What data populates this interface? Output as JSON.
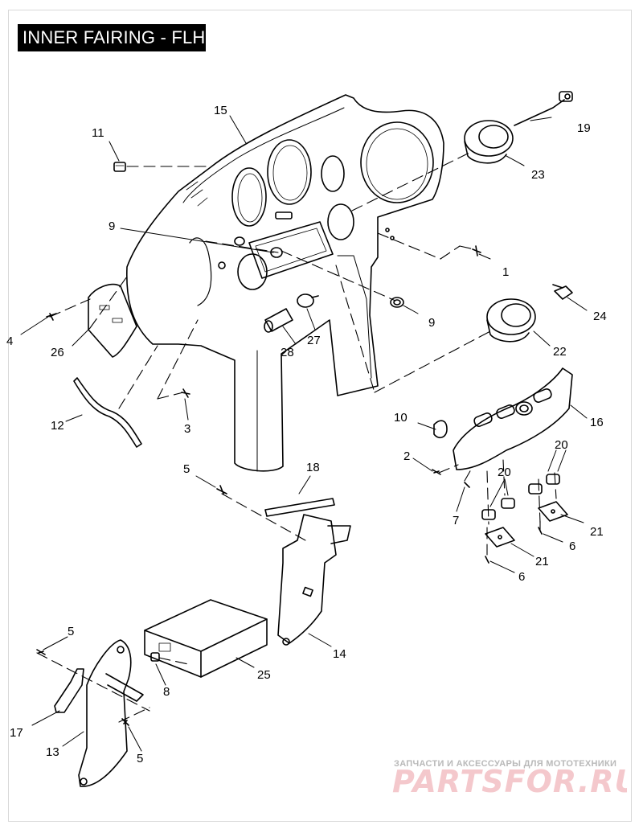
{
  "title": "INNER FAIRING - FLHT",
  "callouts": [
    {
      "n": "1"
    },
    {
      "n": "2"
    },
    {
      "n": "3"
    },
    {
      "n": "4"
    },
    {
      "n": "5"
    },
    {
      "n": "5"
    },
    {
      "n": "5"
    },
    {
      "n": "6"
    },
    {
      "n": "6"
    },
    {
      "n": "7"
    },
    {
      "n": "8"
    },
    {
      "n": "9"
    },
    {
      "n": "9"
    },
    {
      "n": "10"
    },
    {
      "n": "11"
    },
    {
      "n": "12"
    },
    {
      "n": "13"
    },
    {
      "n": "14"
    },
    {
      "n": "15"
    },
    {
      "n": "16"
    },
    {
      "n": "17"
    },
    {
      "n": "18"
    },
    {
      "n": "19"
    },
    {
      "n": "20"
    },
    {
      "n": "20"
    },
    {
      "n": "21"
    },
    {
      "n": "21"
    },
    {
      "n": "22"
    },
    {
      "n": "23"
    },
    {
      "n": "24"
    },
    {
      "n": "25"
    },
    {
      "n": "26"
    },
    {
      "n": "27"
    },
    {
      "n": "28"
    }
  ],
  "watermark": {
    "caption": "ЗАПЧАСТИ И АКСЕССУАРЫ ДЛЯ МОТОТЕХНИКИ",
    "logo": "PARTSFOR.RU"
  },
  "colors": {
    "line": "#000000",
    "banner": "#000000",
    "watermark": "#f4c8cc"
  }
}
